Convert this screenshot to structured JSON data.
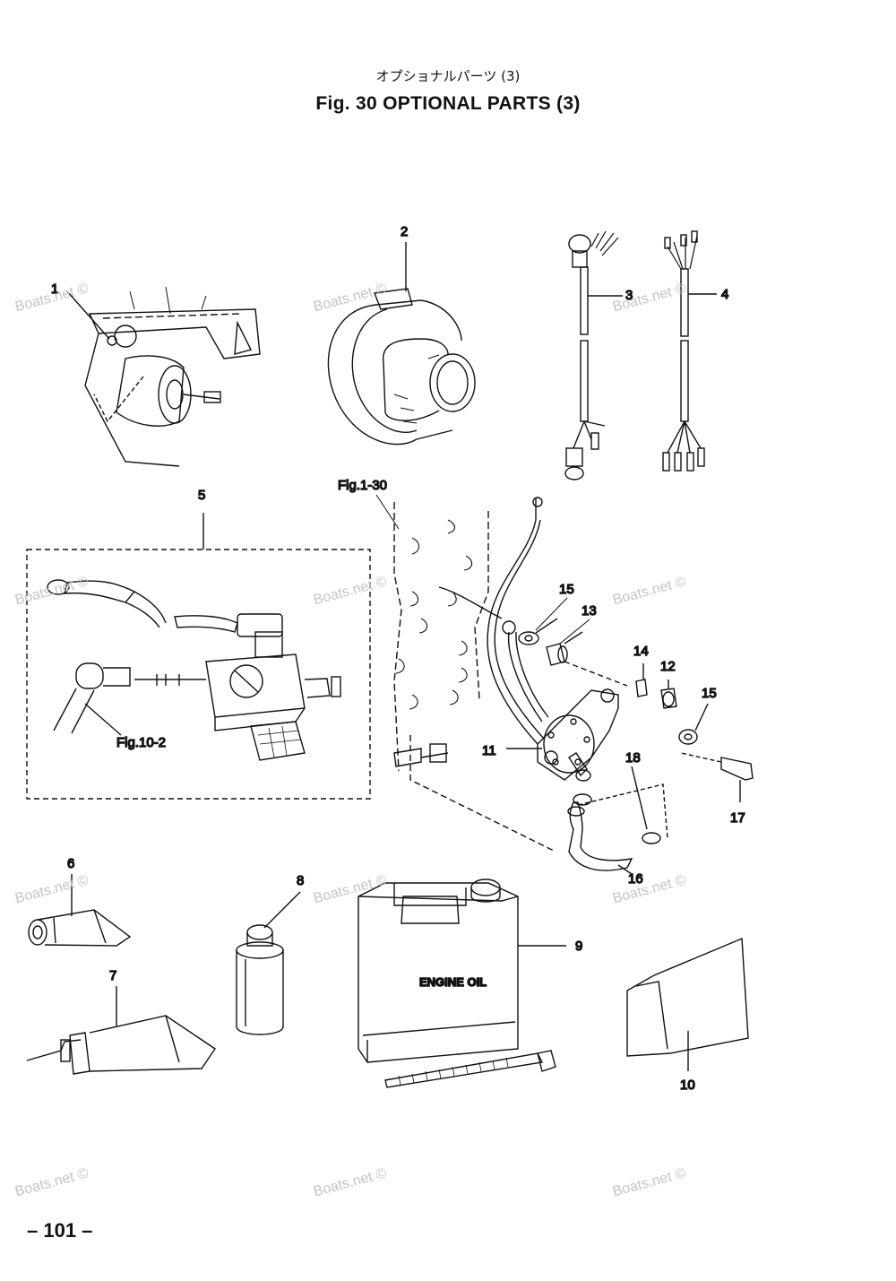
{
  "header": {
    "jp_title": "オプショナルパーツ (3)",
    "title": "Fig. 30   OPTIONAL PARTS  (3)"
  },
  "footer": {
    "page_number": "– 101 –"
  },
  "callouts": [
    "1",
    "2",
    "3",
    "4",
    "5",
    "6",
    "7",
    "8",
    "9",
    "10",
    "11",
    "12",
    "13",
    "14",
    "15",
    "15",
    "16",
    "17",
    "18"
  ],
  "refs": {
    "fig_1_30": "Fig.1-30",
    "fig_10_2": "Fig.10-2"
  },
  "labels": {
    "engine_oil": "ENGINE OIL"
  },
  "watermark": "Boats.net ©"
}
